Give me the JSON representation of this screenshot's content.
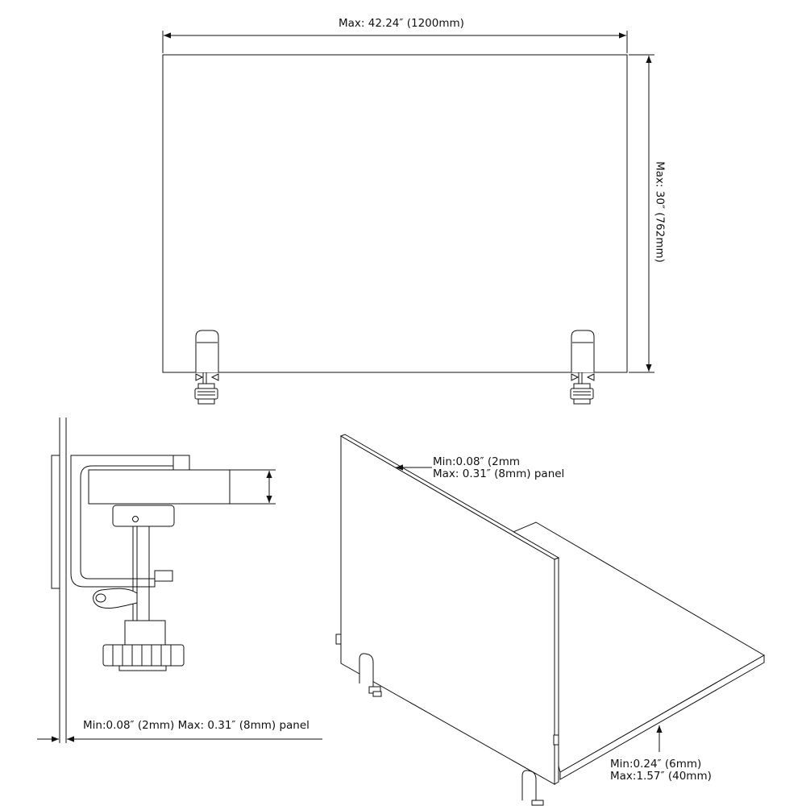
{
  "front_view": {
    "width_label": "Max: 42.24″ (1200mm)",
    "height_label": "Max: 30″ (762mm)"
  },
  "clamp_view": {
    "panel_label": "Min:0.08″ (2mm) Max: 0.31″ (8mm) panel"
  },
  "iso_view": {
    "panel_min": "Min:0.08″ (2mm",
    "panel_max": "Max: 0.31″ (8mm) panel",
    "desk_min": "Min:0.24″ (6mm)",
    "desk_max": "Max:1.57″ (40mm)"
  }
}
